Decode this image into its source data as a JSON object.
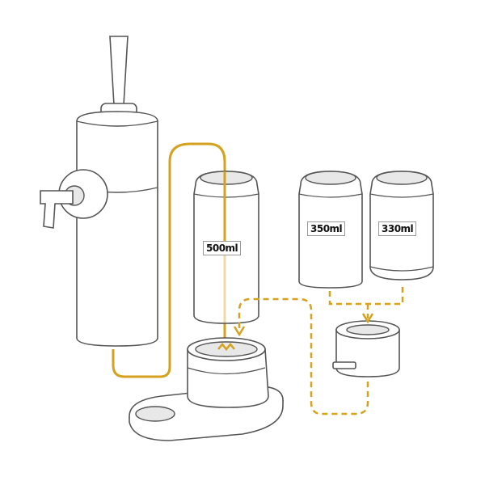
{
  "labels": {
    "can_large": "500ml",
    "can_medium": "350ml",
    "can_small": "330ml"
  },
  "colors": {
    "flow_line": "#D4A21E",
    "outline": "#555555"
  }
}
